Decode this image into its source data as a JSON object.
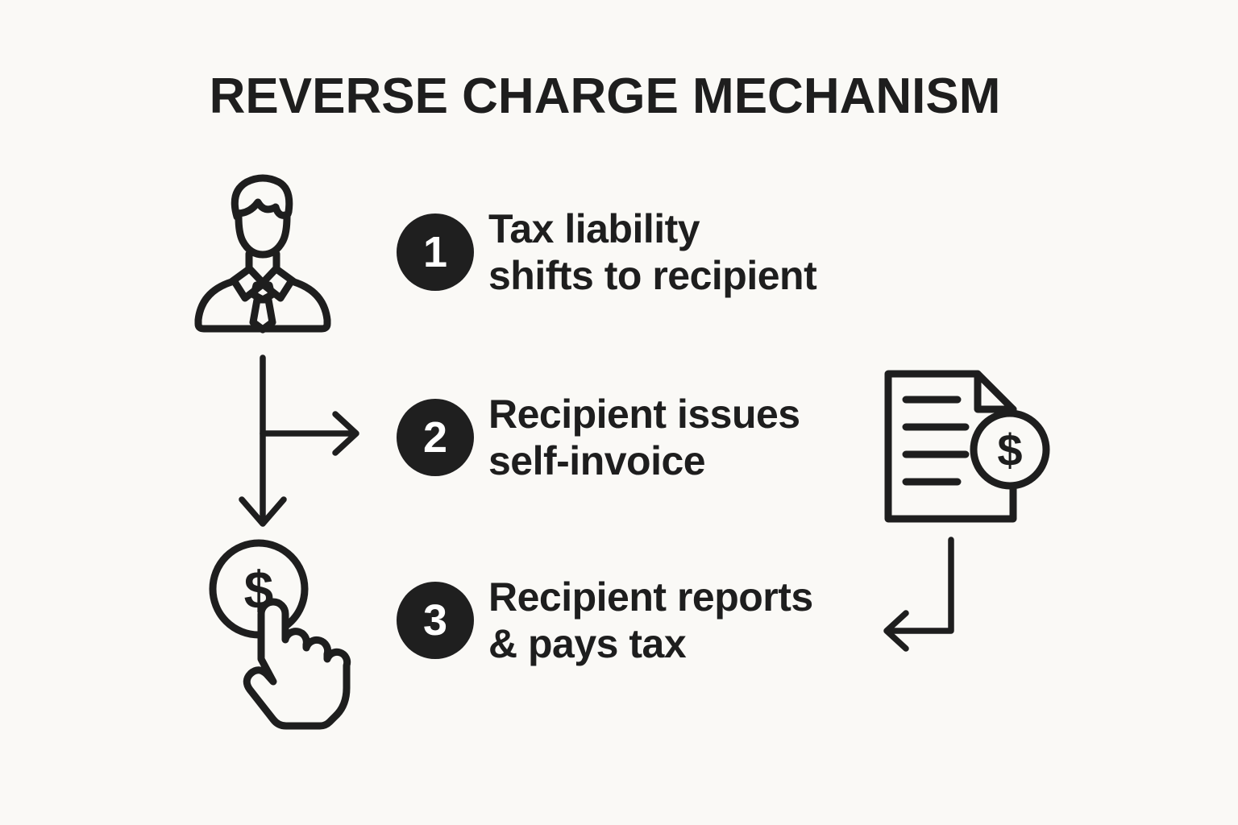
{
  "title": "REVERSE CHARGE MECHANISM",
  "steps": [
    {
      "number": "1",
      "line1": "Tax liability",
      "line2": "shifts to recipient"
    },
    {
      "number": "2",
      "line1": "Recipient issues",
      "line2": "self-invoice"
    },
    {
      "number": "3",
      "line1": "Recipient reports",
      "line2": "& pays tax"
    }
  ],
  "icons": {
    "person": "business-person-icon",
    "flow_arrow": "down-and-right-branch-arrow-icon",
    "invoice": "invoice-document-icon",
    "invoice_coin_symbol": "$",
    "return_arrow": "down-left-return-arrow-icon",
    "pay_coin_symbol": "$",
    "pay_hand": "tap-hand-icon"
  },
  "colors": {
    "background": "#FAF9F6",
    "ink": "#1E1E1E",
    "badge_bg": "#1F1F1F",
    "badge_text": "#FFFFFF"
  }
}
